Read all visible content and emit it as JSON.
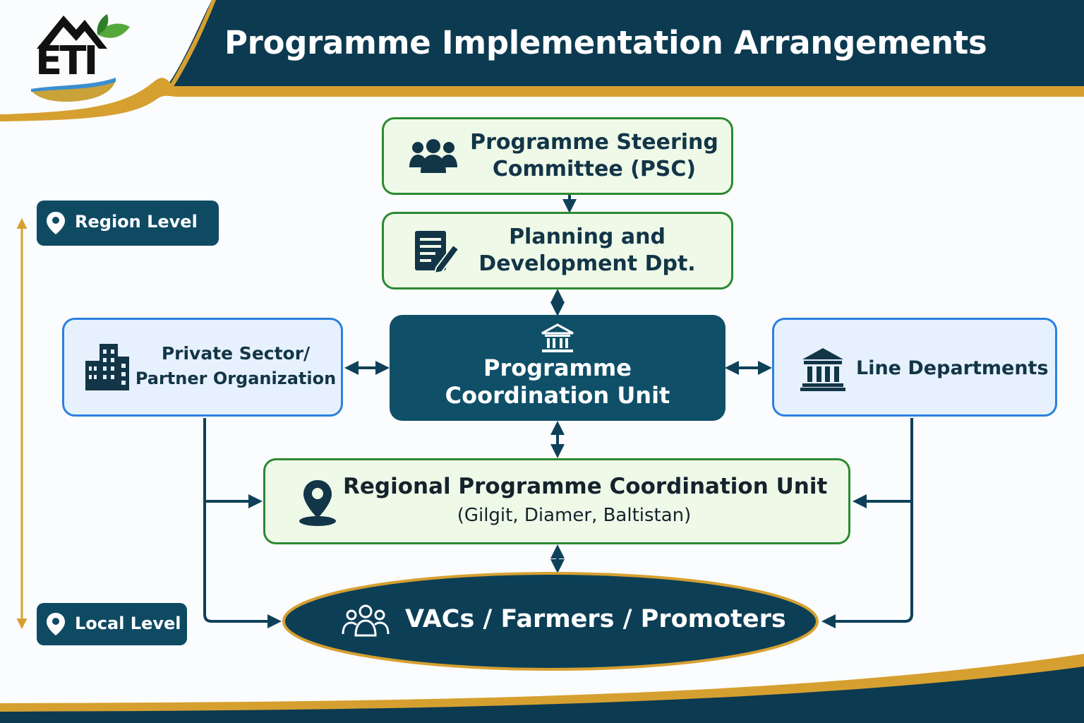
{
  "header": {
    "title": "Programme Implementation Arrangements",
    "logo_text": "ETI"
  },
  "levels": {
    "region": "Region Level",
    "local": "Local Level"
  },
  "nodes": {
    "psc": {
      "line1": "Programme Steering",
      "line2": "Committee (PSC)"
    },
    "planning": {
      "line1": "Planning and",
      "line2": "Development Dpt."
    },
    "pcu": {
      "line1": "Programme",
      "line2": "Coordination Unit"
    },
    "private": {
      "line1": "Private Sector/",
      "line2": "Partner Organization"
    },
    "line_departments": {
      "label": "Line Departments"
    },
    "rpcu": {
      "title": "Regional Programme Coordination Unit",
      "subtitle": "(Gilgit, Diamer, Baltistan)"
    },
    "vacs": {
      "label": "VACs / Farmers / Promoters"
    }
  },
  "icons": {
    "psc": "people-group-icon",
    "planning": "document-pen-icon",
    "pcu": "institution-icon",
    "private": "office-buildings-icon",
    "line_departments": "government-building-icon",
    "rpcu": "map-pin-icon",
    "vacs": "community-icon",
    "levels": "location-pin-icon"
  },
  "colors": {
    "navy": "#0e4159",
    "gold": "#d6a030",
    "green_border": "#2c8a33",
    "green_fill": "#eff9e8",
    "blue_border": "#2b81de",
    "blue_fill": "#e6f1fd",
    "dark_fill": "#0f5068"
  }
}
